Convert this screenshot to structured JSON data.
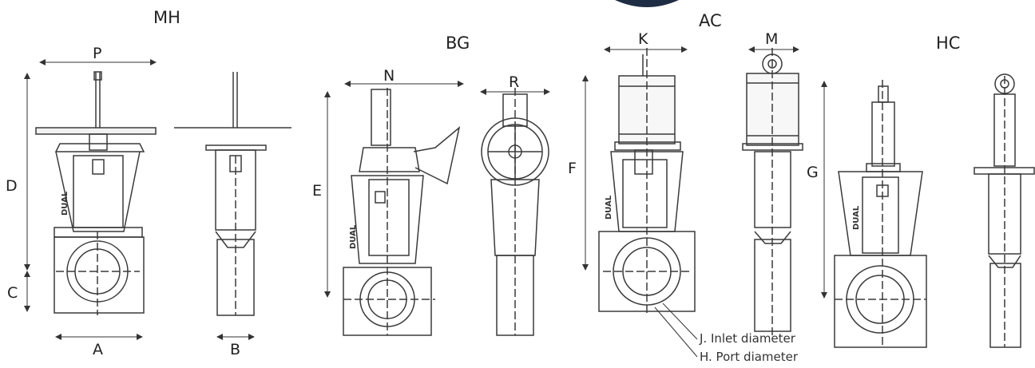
{
  "series_labels": {
    "mh": "MH",
    "bg": "BG",
    "ac": "AC",
    "hc": "HC"
  },
  "dims": {
    "P": "P",
    "N": "N",
    "R": "R",
    "K": "K",
    "M": "M",
    "D": "D",
    "C": "C",
    "A": "A",
    "B": "B",
    "E": "E",
    "F": "F",
    "G": "G"
  },
  "legend": {
    "inlet": "J. Inlet diameter",
    "port": "H. Port diameter"
  },
  "brand": "DUAL",
  "colors": {
    "line": "#3a3a3a",
    "fill": "#f2f2f2",
    "dark": "#1e2d44"
  }
}
